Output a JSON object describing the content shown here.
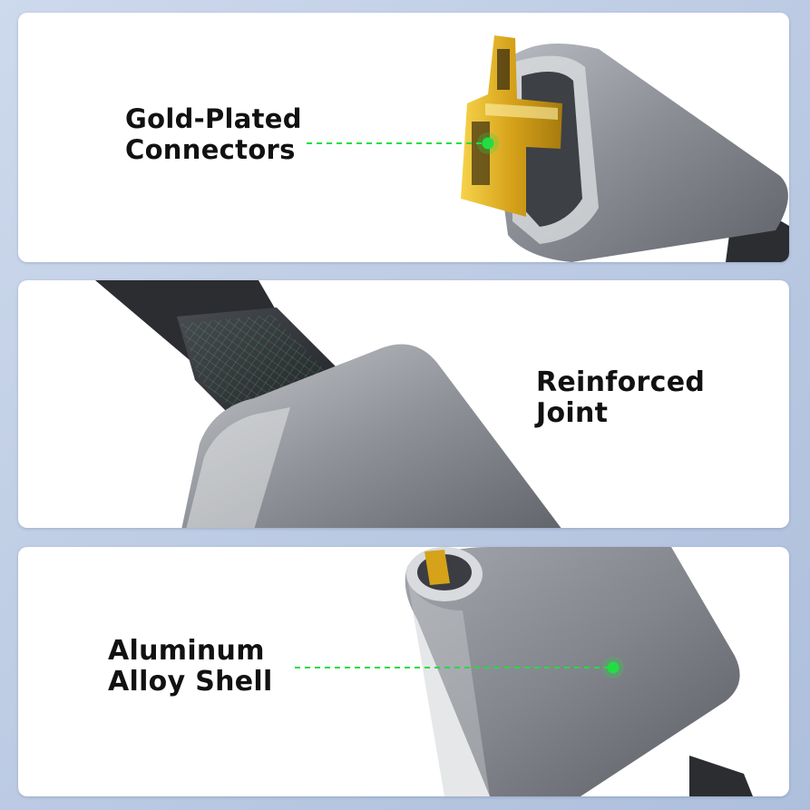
{
  "panels": [
    {
      "label_line1": "Gold-Plated",
      "label_line2": "Connectors"
    },
    {
      "label_line1": "Reinforced",
      "label_line2": "Joint"
    },
    {
      "label_line1": "Aluminum",
      "label_line2": "Alloy Shell"
    }
  ],
  "colors": {
    "pointer_green": "#22dd44",
    "gold": "#e8b820",
    "aluminum": "#8a8d93",
    "cable": "#2b2d31"
  }
}
